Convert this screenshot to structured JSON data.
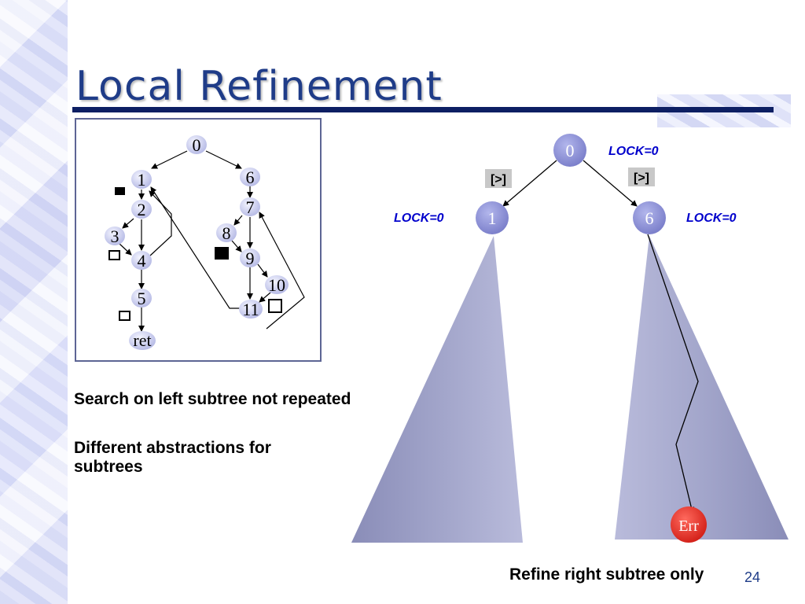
{
  "slide": {
    "title": "Local Refinement",
    "notes": [
      "Search on left subtree not repeated",
      "Different abstractions for subtrees"
    ],
    "caption": "Refine right subtree only",
    "page_number": "24"
  },
  "cfg": {
    "nodes": [
      "0",
      "1",
      "2",
      "3",
      "4",
      "5",
      "ret",
      "6",
      "7",
      "8",
      "9",
      "10",
      "11"
    ],
    "marker_legend": [
      "filled",
      "empty"
    ]
  },
  "tree": {
    "root": "0",
    "left_child": "1",
    "right_child": "6",
    "error_node": "Err",
    "lock_labels": [
      "LOCK=0",
      "LOCK=0",
      "LOCK=0"
    ],
    "predicate_labels": [
      "[>]",
      "[>]"
    ]
  },
  "colors": {
    "title": "#1f3c88",
    "title_rule": "#0d1f63",
    "node_fill": "#8f94d8",
    "error_fill": "#e8322c",
    "lock_text": "#0000cc",
    "triangle": "#9a9dc4"
  }
}
